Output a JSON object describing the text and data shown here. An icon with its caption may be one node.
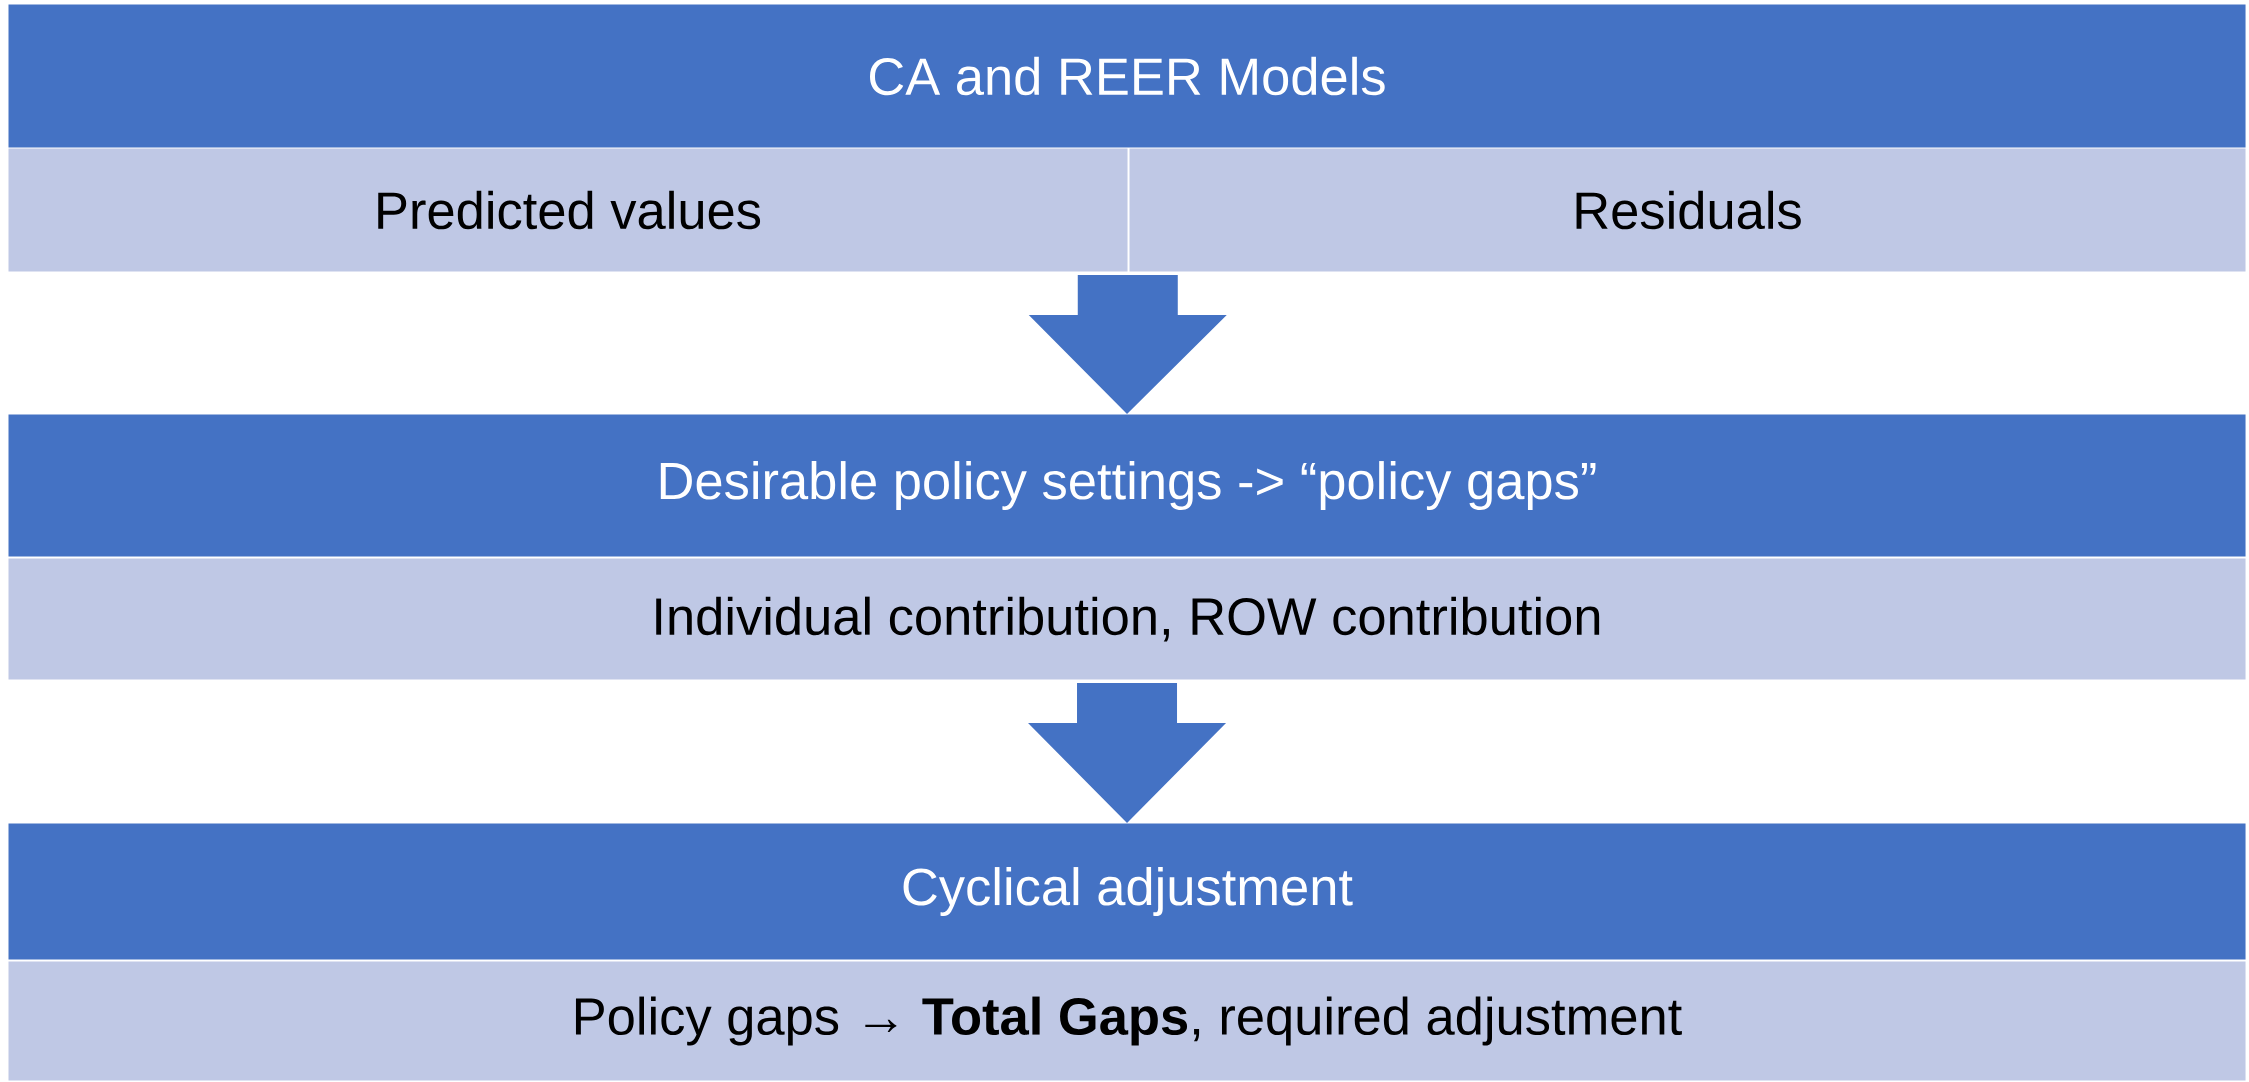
{
  "diagram": {
    "nodes": [
      {
        "text": [
          "CA and REER Models"
        ]
      },
      {
        "text": [
          "Predicted values"
        ]
      },
      {
        "text": [
          "Residuals"
        ]
      },
      {
        "text": [
          "Desirable policy settings -> “policy gaps”"
        ]
      },
      {
        "text": [
          "Individual contribution, ROW contribution"
        ]
      },
      {
        "text": [
          "Cyclical adjustment"
        ]
      },
      {
        "text": [
          "Policy gaps → **Total Gaps**, required adjustment"
        ]
      }
    ],
    "edges": [
      {
        "from": 1,
        "to": 3,
        "arrow": "to"
      },
      {
        "from": 2,
        "to": 3,
        "arrow": "to"
      },
      {
        "from": 4,
        "to": 5,
        "arrow": "to"
      }
    ]
  }
}
